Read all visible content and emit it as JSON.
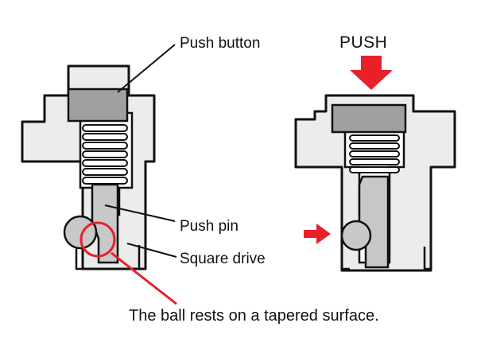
{
  "labels": {
    "push_button": "Push button",
    "push": "PUSH",
    "push_pin": "Push pin",
    "square_drive": "Square drive",
    "caption": "The ball rests on a tapered surface."
  },
  "colors": {
    "housing_fill": "#ececec",
    "cap_fill": "#a0a0a0",
    "pin_fill": "#c8c8c8",
    "outline": "#111111",
    "accent_red": "#e8202a"
  }
}
